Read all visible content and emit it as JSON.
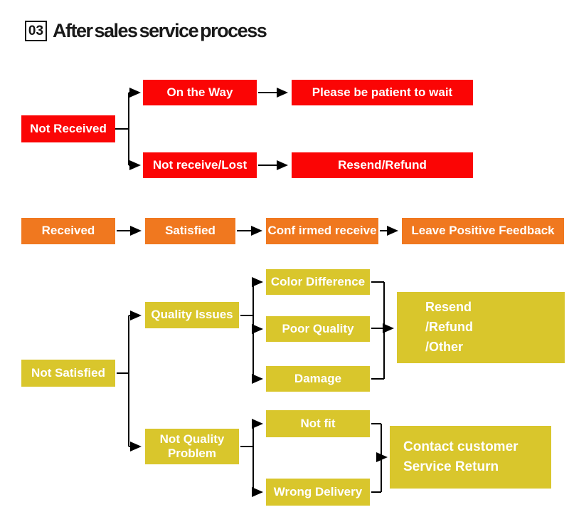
{
  "title": {
    "number": "03",
    "text": "After sales service process"
  },
  "colors": {
    "red": "#fb0505",
    "orange": "#f0781f",
    "yellow": "#d9c62c"
  },
  "nodes": {
    "not_received": "Not Received",
    "on_the_way": "On the Way",
    "be_patient": "Please be patient to wait",
    "not_receive_lost": "Not receive/Lost",
    "resend_refund": "Resend/Refund",
    "received": "Received",
    "satisfied": "Satisfied",
    "confirmed_receive": "Conf irmed receive",
    "leave_feedback": "Leave Positive Feedback",
    "not_satisfied": "Not Satisfied",
    "quality_issues": "Quality Issues",
    "color_difference": "Color Difference",
    "poor_quality": "Poor Quality",
    "damage": "Damage",
    "resend_refund_other": "Resend\n/Refund\n/Other",
    "not_quality_problem": "Not Quality\nProblem",
    "not_fit": "Not fit",
    "wrong_delivery": "Wrong Delivery",
    "contact_customer": "Contact customer\nService Return"
  }
}
